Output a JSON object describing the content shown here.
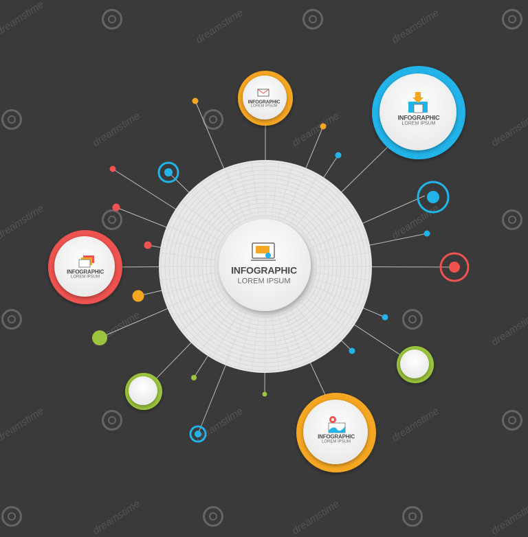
{
  "colors": {
    "background": "#3a3a3a",
    "disc": "#e7e7e7",
    "orange": "#f5a623",
    "blue": "#22b3e8",
    "red": "#ef5350",
    "green": "#9bc53d",
    "line": "#bdbdbd"
  },
  "center": {
    "title": "INFOGRAPHIC",
    "subtitle": "LOREM IPSUM",
    "icon": "monitor-chat-icon"
  },
  "nodes": [
    {
      "id": "top",
      "title": "INFOGRAPHIC",
      "subtitle": "LOREM IPSUM",
      "color": "orange",
      "icon": "envelope-icon"
    },
    {
      "id": "top-right",
      "title": "INFOGRAPHIC",
      "subtitle": "LOREM IPSUM",
      "color": "blue",
      "icon": "folder-download-icon"
    },
    {
      "id": "left",
      "title": "INFOGRAPHIC",
      "subtitle": "LOREM IPSUM",
      "color": "red",
      "icon": "cards-icon"
    },
    {
      "id": "bottom-right",
      "title": "INFOGRAPHIC",
      "subtitle": "LOREM IPSUM",
      "color": "orange",
      "icon": "map-pin-icon"
    }
  ],
  "watermark": "dreamstime"
}
